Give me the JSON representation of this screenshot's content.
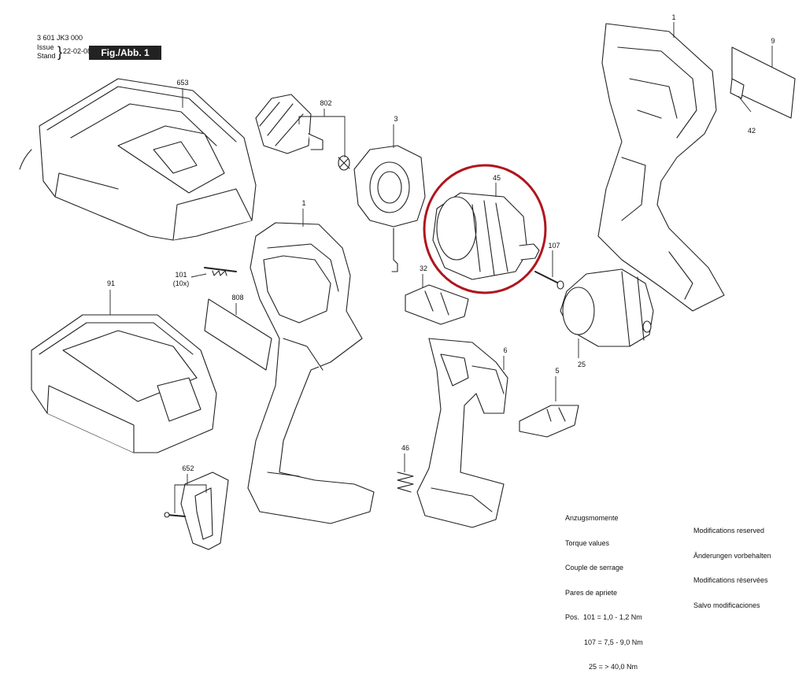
{
  "header": {
    "part_number": "3 601 JK3 000",
    "issue_label": "Issue",
    "stand_label": "Stand",
    "date": "22-02-08",
    "figure_label": "Fig./Abb. 1"
  },
  "callouts": {
    "c653": "653",
    "c802": "802",
    "c3": "3",
    "c1_top": "1",
    "c9": "9",
    "c42": "42",
    "c45": "45",
    "c107": "107",
    "c1_mid": "1",
    "c101": "101",
    "c101_qty": "(10x)",
    "c808": "808",
    "c91": "91",
    "c32": "32",
    "c6": "6",
    "c25": "25",
    "c5": "5",
    "c46": "46",
    "c652": "652"
  },
  "torque": {
    "lines": [
      "Anzugsmomente",
      "Torque values",
      "Couple de serrage",
      "Pares de apriete"
    ],
    "row1_pos": "Pos.  101 = 1,0 - 1,2 Nm",
    "row2": "107 = 7,5 - 9,0 Nm",
    "row3": "25 = > 40,0 Nm"
  },
  "modifications": {
    "lines": [
      "Modifications reserved",
      "Änderungen vorbehalten",
      "Modifications réservées",
      "Salvo modificaciones"
    ]
  },
  "colors": {
    "line": "#222222",
    "highlight_ring": "#b0151e"
  }
}
